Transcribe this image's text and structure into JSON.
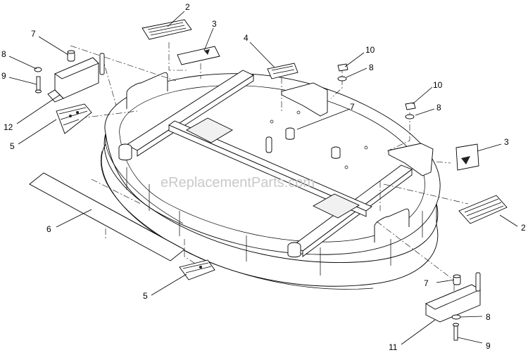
{
  "watermark": "eReplacementParts.com",
  "callouts": [
    {
      "id": "c2-top",
      "text": "2"
    },
    {
      "id": "c3-top",
      "text": "3"
    },
    {
      "id": "c4",
      "text": "4"
    },
    {
      "id": "c7-top",
      "text": "7"
    },
    {
      "id": "c8-left",
      "text": "8"
    },
    {
      "id": "c9-left",
      "text": "9"
    },
    {
      "id": "c12",
      "text": "12"
    },
    {
      "id": "c5-left",
      "text": "5"
    },
    {
      "id": "c10-a",
      "text": "10"
    },
    {
      "id": "c8-a",
      "text": "8"
    },
    {
      "id": "c7-mid",
      "text": "7"
    },
    {
      "id": "c10-b",
      "text": "10"
    },
    {
      "id": "c8-b",
      "text": "8"
    },
    {
      "id": "c3-right",
      "text": "3"
    },
    {
      "id": "c2-right",
      "text": "2"
    },
    {
      "id": "c6",
      "text": "6"
    },
    {
      "id": "c5-bottom",
      "text": "5"
    },
    {
      "id": "c7-bottom",
      "text": "7"
    },
    {
      "id": "c8-bottom",
      "text": "8"
    },
    {
      "id": "c11",
      "text": "11"
    },
    {
      "id": "c9-bottom",
      "text": "9"
    }
  ]
}
